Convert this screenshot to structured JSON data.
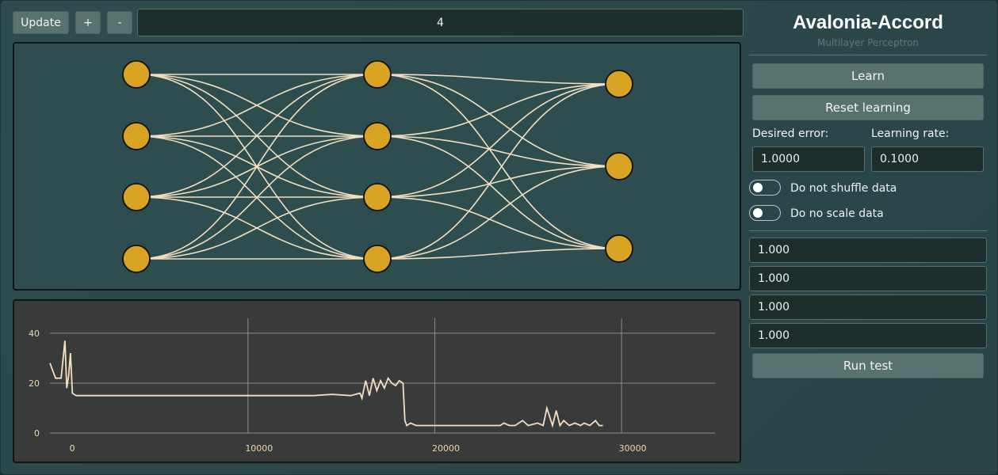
{
  "toolbar": {
    "update_label": "Update",
    "add_label": "+",
    "remove_label": "-",
    "layer_value": "4"
  },
  "network": {
    "layers": [
      4,
      4,
      3
    ],
    "node_color": "#d9a324",
    "edge_color": "#f3dfc1"
  },
  "app": {
    "title": "Avalonia-Accord",
    "subtitle": "Multilayer Perceptron"
  },
  "controls": {
    "learn_label": "Learn",
    "reset_label": "Reset learning",
    "desired_error_label": "Desired error:",
    "learning_rate_label": "Learning rate:",
    "desired_error_value": "1.0000",
    "learning_rate_value": "0.1000",
    "shuffle_label": "Do not shuffle data",
    "scale_label": "Do no scale data",
    "run_test_label": "Run test"
  },
  "test_inputs": [
    "1.000",
    "1.000",
    "1.000",
    "1.000"
  ],
  "chart_data": {
    "type": "line",
    "x_ticks": [
      "0",
      "10000",
      "20000",
      "30000"
    ],
    "y_ticks": [
      "0",
      "20",
      "40"
    ],
    "xlim": [
      -600,
      35000
    ],
    "ylim": [
      0,
      46
    ],
    "grid": true,
    "line_color": "#f3dfc1",
    "series": [
      {
        "x": [
          -600,
          -300,
          0,
          200,
          300,
          400,
          500,
          600,
          800,
          1200,
          5000,
          10000,
          12000,
          13500,
          14500,
          15500,
          16000,
          16100,
          16300,
          16500,
          16700,
          16900,
          17100,
          17300,
          17500,
          17700,
          17900,
          18100,
          18300,
          18400,
          18500,
          18700,
          19000,
          20000,
          22000,
          23500,
          23700,
          24000,
          24300,
          24700,
          25000,
          25500,
          25800,
          26000,
          26300,
          26500,
          26700,
          26900,
          27200,
          27500,
          27800,
          28000,
          28300,
          28600,
          28800,
          29000
        ],
        "y": [
          28,
          22,
          22,
          37,
          18,
          23,
          32,
          16,
          15,
          15,
          15,
          15,
          15,
          15,
          15.5,
          15,
          16,
          14,
          21,
          15,
          22,
          17,
          21,
          18,
          22,
          20,
          19,
          21,
          20,
          5,
          3,
          4,
          3,
          3,
          3,
          3,
          4,
          3,
          3,
          5,
          3,
          4,
          3,
          10,
          3,
          9,
          3,
          5,
          3,
          4,
          3,
          4,
          3,
          5,
          3,
          3
        ]
      }
    ]
  }
}
